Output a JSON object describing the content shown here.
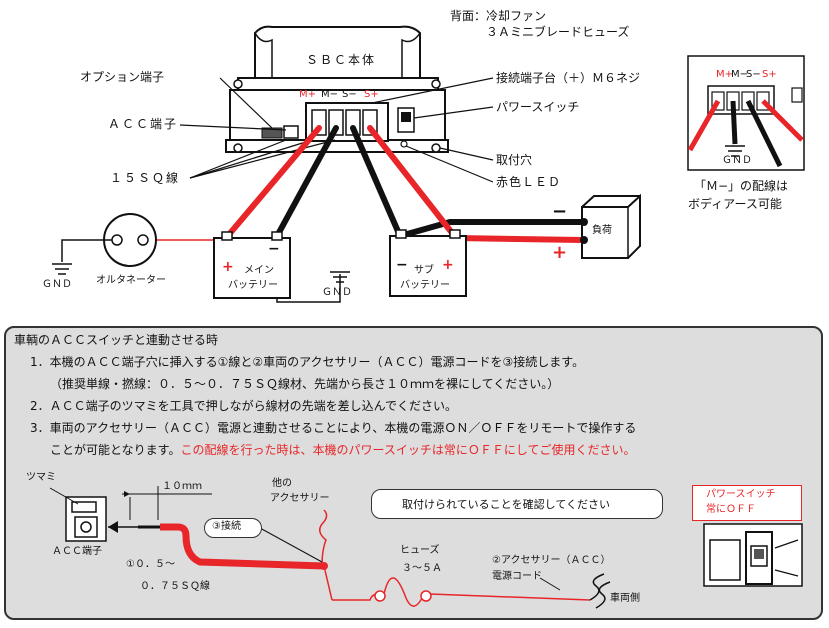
{
  "diagram": {
    "top_note_line1": "背面：冷却ファン",
    "top_note_line2": "３Ａミニブレードヒューズ",
    "unit_title": "ＳＢＣ本体",
    "terminals": [
      "M+",
      "M−",
      "S−",
      "S+"
    ],
    "callouts_left": {
      "option": "オプション端子",
      "acc": "ＡＣＣ端子",
      "wire15": "１５ＳＱ線"
    },
    "callouts_right": {
      "terminal_block": "接続端子台（＋）Ｍ６ネジ",
      "power_switch": "パワースイッチ",
      "mount_hole": "取付穴",
      "red_led": "赤色ＬＥＤ"
    },
    "alternator": "オルタネーター",
    "gnd": "ＧＮＤ",
    "main_battery_line1": "メイン",
    "main_battery_line2": "バッテリー",
    "sub_battery_line1": "サブ",
    "sub_battery_line2": "バッテリー",
    "load": "負荷",
    "plus": "+",
    "minus": "−",
    "inset_gnd": "ＧＮＤ",
    "inset_caption_line1": "「Ｍ−」の配線は",
    "inset_caption_line2": "ボディアース可能"
  },
  "instructions": {
    "heading": "車輌のＡＣＣスイッチと連動させる時",
    "step1": "1．本機のＡＣＣ端子穴に挿入する①線と②車両のアクセサリー（ＡＣＣ）電源コードを③接続します。",
    "step1_note": "（推奨単線・撚線：０．５〜０．７５ＳＱ線材、先端から長さ１０ｍｍを裸にしてください。）",
    "step2": "2．ＡＣＣ端子のツマミを工具で押しながら線材の先端を差し込んでください。",
    "step3_a": "3．車両のアクセサリー（ＡＣＣ）電源と連動させることにより、本機の電源ＯＮ／ＯＦＦをリモートで操作する",
    "step3_b": "ことが可能となります。",
    "step3_warning": "この配線を行った時は、本機のパワースイッチは常にＯＦＦにしてご使用ください。"
  },
  "wiring": {
    "knob": "ツマミ",
    "length": "１０ｍｍ",
    "acc_terminal": "ＡＣＣ端子",
    "wire1_line1": "①０．５〜",
    "wire1_line2": "０．７５ＳＱ線",
    "connect": "③接続",
    "other_acc_line1": "他の",
    "other_acc_line2": "アクセサリー",
    "caution": "取付けられていることを確認してください",
    "fuse_line1": "ヒューズ",
    "fuse_line2": "３〜５Ａ",
    "acc_cord_line1": "②アクセサリー（ＡＣＣ）",
    "acc_cord_line2": "電源コード",
    "vehicle_side": "車両側",
    "switch_note_line1": "パワースイッチ",
    "switch_note_line2": "常にＯＦＦ"
  },
  "colors": {
    "accent_red": "#e8262a",
    "panel_gray": "#dddddd",
    "wire_black": "#111111"
  }
}
